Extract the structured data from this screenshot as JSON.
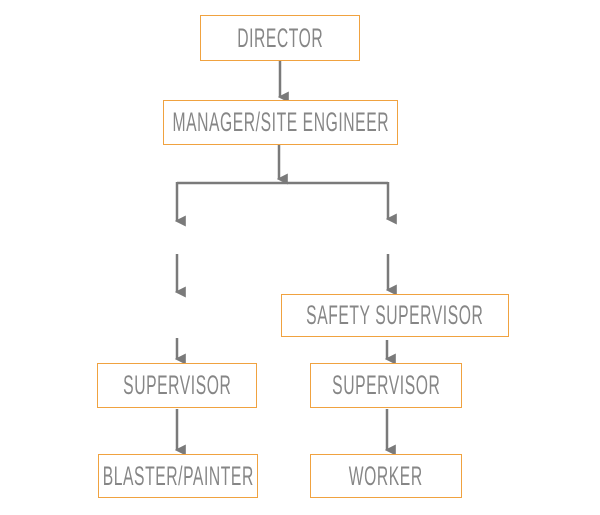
{
  "diagram": {
    "type": "org-chart",
    "nodes": {
      "director": {
        "label": "DIRECTOR"
      },
      "manager": {
        "label": "MANAGER/SITE ENGINEER"
      },
      "safety_supervisor": {
        "label": "SAFETY SUPERVISOR"
      },
      "supervisor_left": {
        "label": "SUPERVISOR"
      },
      "supervisor_right": {
        "label": "SUPERVISOR"
      },
      "blaster_painter": {
        "label": "BLASTER/PAINTER"
      },
      "worker": {
        "label": "WORKER"
      }
    },
    "edges": [
      {
        "from": "director",
        "to": "manager"
      },
      {
        "from": "manager",
        "to": "supervisor_left",
        "via": "left branch of split connector"
      },
      {
        "from": "manager",
        "to": "safety_supervisor",
        "via": "right branch of split connector"
      },
      {
        "from": "safety_supervisor",
        "to": "supervisor_right"
      },
      {
        "from": "supervisor_left",
        "to": "blaster_painter"
      },
      {
        "from": "supervisor_right",
        "to": "worker"
      }
    ],
    "colors": {
      "box_border": "#F0A240",
      "box_fill": "#FFFFFF",
      "label_text": "#868686",
      "connector": "#7A7A7A",
      "background": "#FFFFFF"
    }
  }
}
